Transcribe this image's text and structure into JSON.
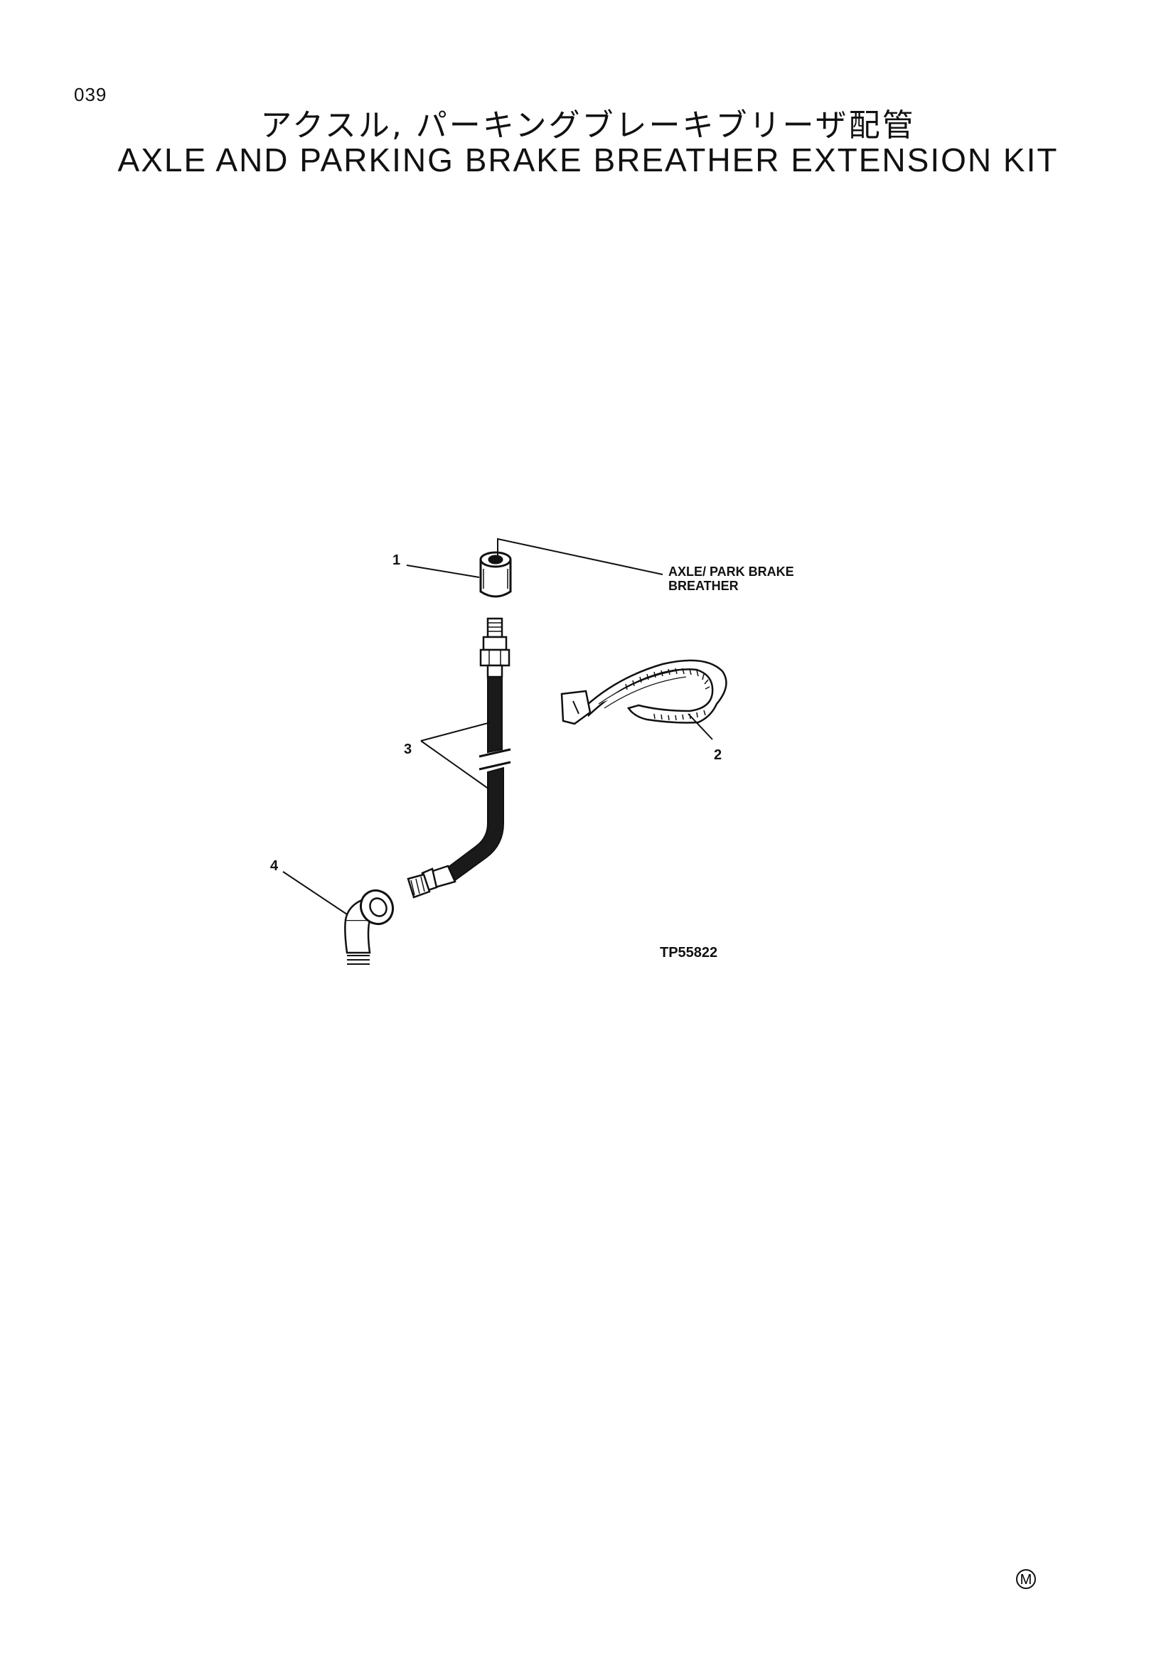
{
  "page": {
    "number": "039",
    "title_jp": "アクスル, パーキングブレーキブリーザ配管",
    "title_en": "AXLE AND PARKING BRAKE BREATHER EXTENSION KIT"
  },
  "diagram": {
    "callouts": {
      "part1": "1",
      "part2": "2",
      "part3": "3",
      "part4": "4"
    },
    "note_line1": "AXLE/ PARK BRAKE",
    "note_line2": "BREATHER",
    "figure_id": "TP55822",
    "mark": "M"
  }
}
